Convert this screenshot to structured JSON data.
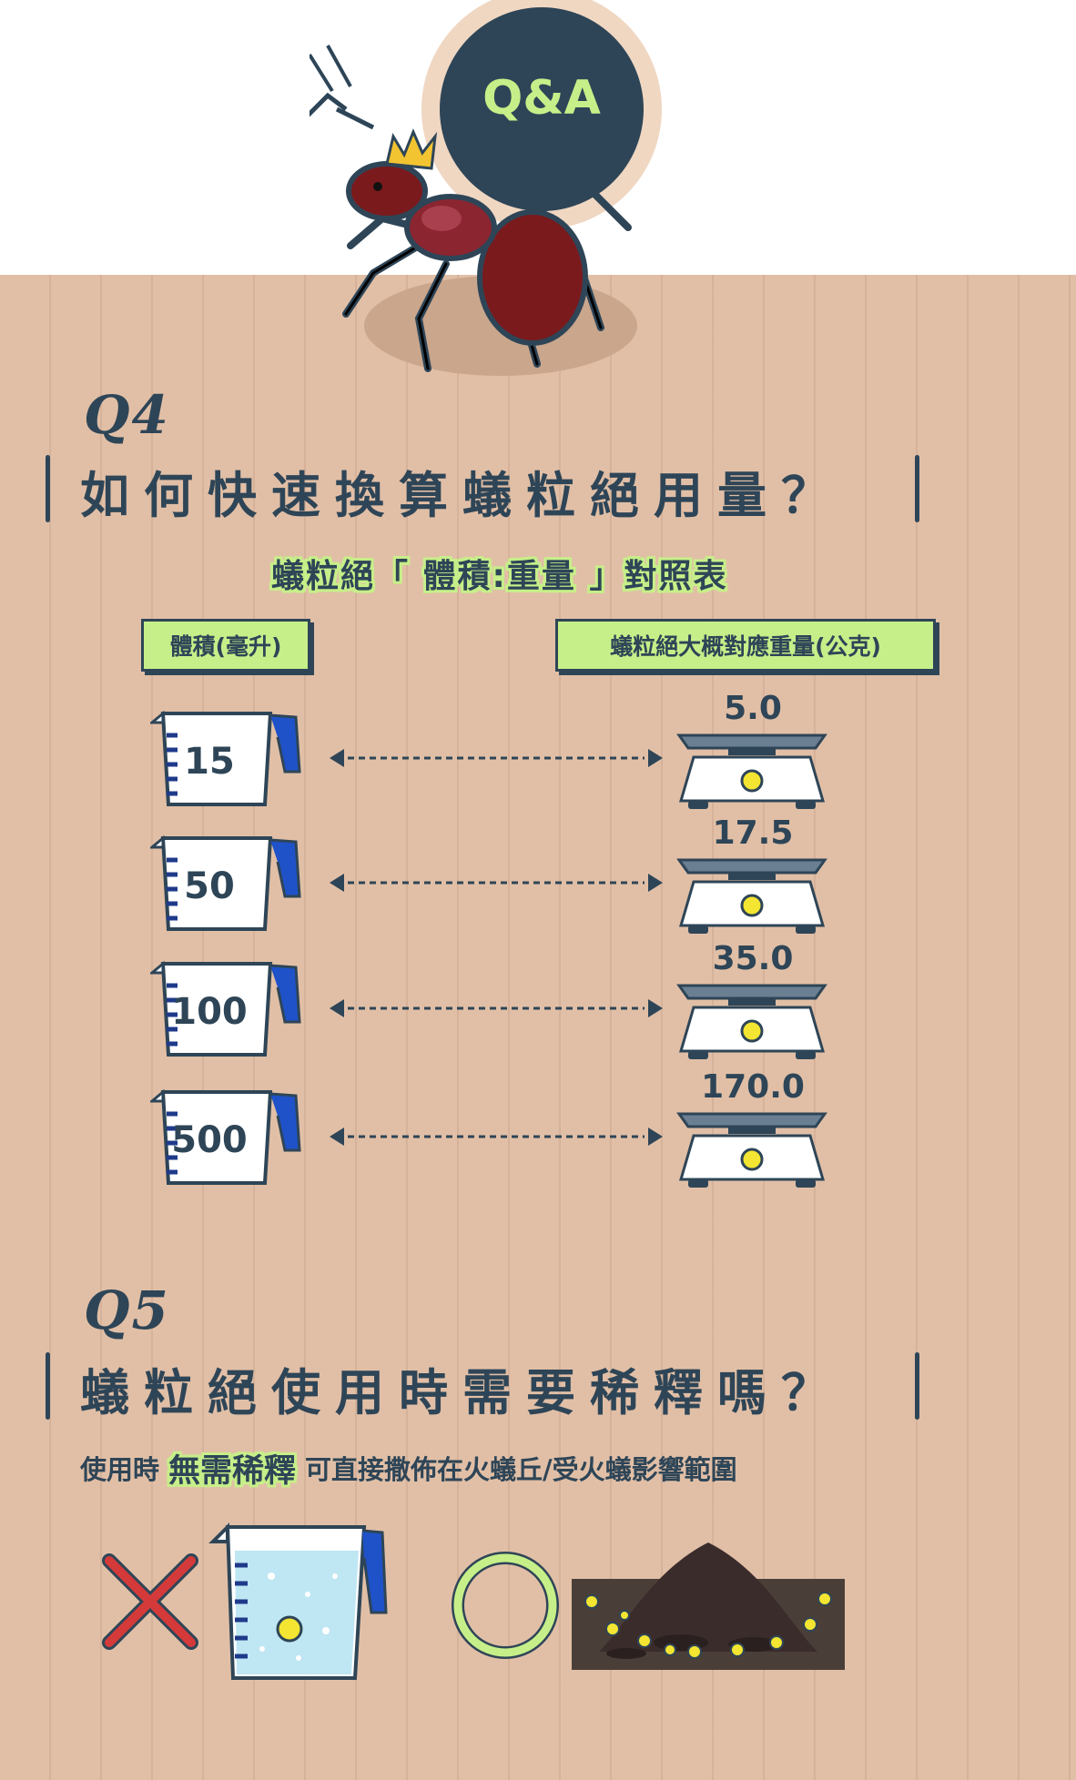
{
  "header": {
    "badge_text": "Q&A"
  },
  "q4": {
    "label": "Q4",
    "title": "如何快速換算蟻粒絕用量？",
    "table_title": "蟻粒絕「 體積:重量 」對照表",
    "col_volume_header": "體積(毫升)",
    "col_weight_header": "蟻粒絕大概對應重量(公克)",
    "rows": [
      {
        "volume": "15",
        "weight": "5.0"
      },
      {
        "volume": "50",
        "weight": "17.5"
      },
      {
        "volume": "100",
        "weight": "35.0"
      },
      {
        "volume": "500",
        "weight": "170.0"
      }
    ]
  },
  "q5": {
    "label": "Q5",
    "title": "蟻粒絕使用時需要稀釋嗎？",
    "desc_prefix": "使用時",
    "desc_highlight": "無需稀釋",
    "desc_suffix": "可直接撒佈在火蟻丘/受火蟻影響範圍"
  },
  "colors": {
    "background_tan": "#e1bfa6",
    "navy": "#2e4557",
    "highlight_green": "#c7ef89",
    "ant_red": "#7a1a1c",
    "cup_blue": "#1f52c8",
    "granule_yellow": "#f3e531",
    "cross_red": "#d43a3a"
  },
  "icons": {
    "ant": "fire-ant-icon",
    "cup": "measuring-cup-icon",
    "scale": "weighing-scale-icon",
    "wrong": "red-cross-icon",
    "right": "green-circle-icon"
  }
}
